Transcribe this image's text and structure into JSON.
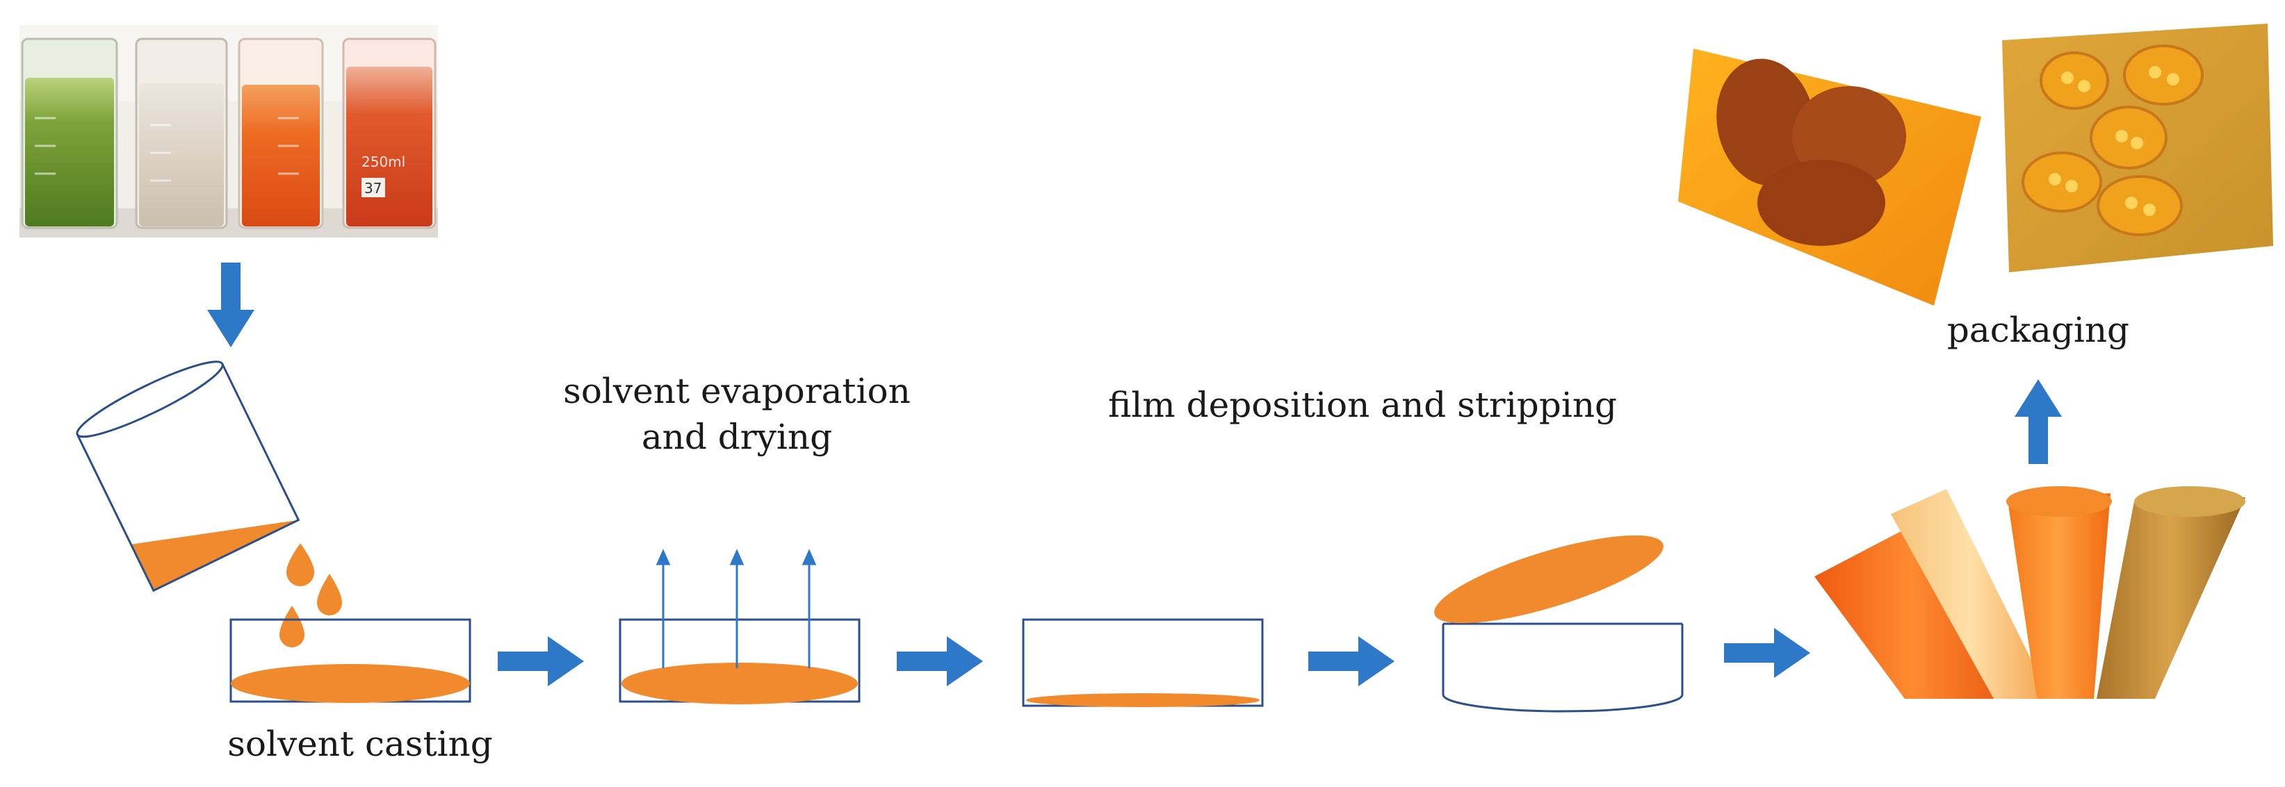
{
  "labels": {
    "solvent_casting": "solvent casting",
    "evaporation_line1": "solvent evaporation",
    "evaporation_line2": "and drying",
    "deposition": "film deposition and stripping",
    "packaging": "packaging"
  },
  "colors": {
    "solution": "#f08a2c",
    "arrow": "#2e78c8",
    "outline": "#2b4f8a",
    "green_beaker": "#6f9a2e",
    "cream_beaker": "#d8cdbd",
    "orange_beaker": "#e8531c",
    "red_beaker": "#d9411e"
  },
  "beaker_labels": [
    "250ml",
    "37"
  ]
}
